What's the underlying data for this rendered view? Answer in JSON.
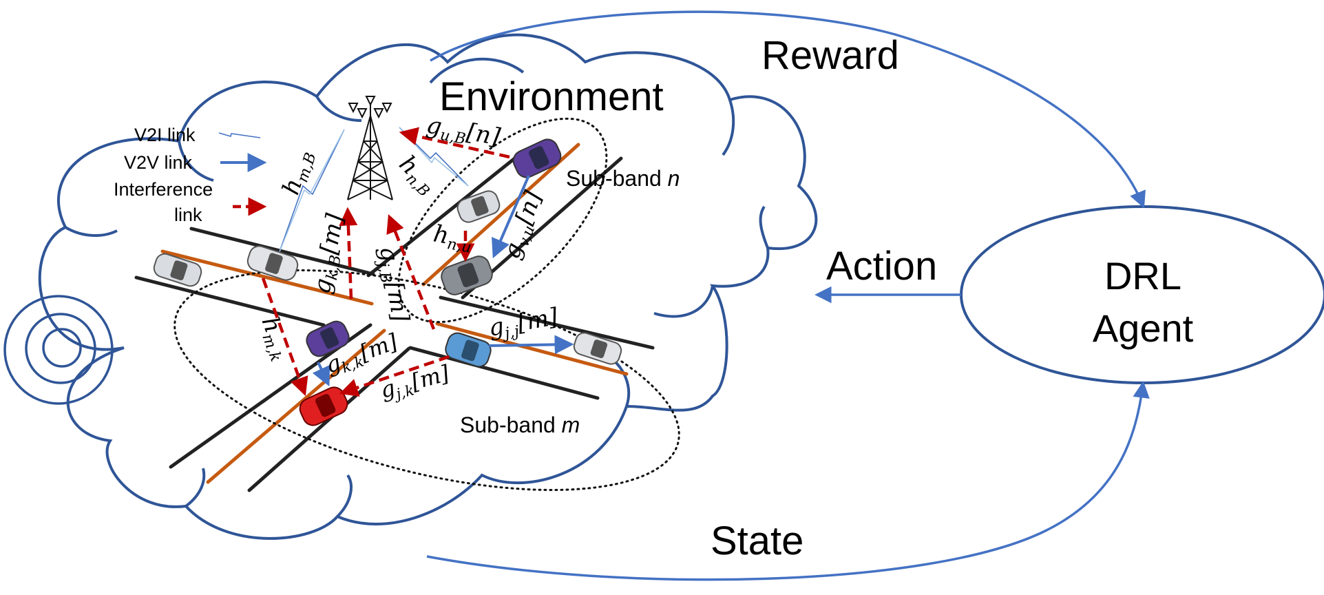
{
  "environment": {
    "title": "Environment"
  },
  "agent": {
    "line1": "DRL",
    "line2": "Agent"
  },
  "loop": {
    "reward": "Reward",
    "action": "Action",
    "state": "State"
  },
  "legend": {
    "v2i": "V2I link",
    "v2v": "V2V link",
    "interference_line1": "Interference",
    "interference_line2": "link"
  },
  "subbands": {
    "n_prefix": "Sub-band ",
    "n_var": "n",
    "m_prefix": "Sub-band ",
    "m_var": "m"
  },
  "math": {
    "h_mB": "h",
    "h_mB_sub": "m,B",
    "h_nB": "h",
    "h_nB_sub": "n,B",
    "g_uB": "g",
    "g_uB_sub": "u,B",
    "g_uB_arg": "[n]",
    "g_kB": "g",
    "g_kB_sub": "k,B",
    "g_kB_arg": "[m]",
    "g_jB": "g",
    "g_jB_sub": "j,B",
    "g_jB_arg": "[m]",
    "h_nu": "h",
    "h_nu_sub": "n,u",
    "g_vu": "g",
    "g_vu_sub": "v,u",
    "g_vu_arg": "[n]",
    "g_jj": "g",
    "g_jj_sub": "j,j",
    "g_jj_arg": "[m]",
    "h_mk": "h",
    "h_mk_sub": "m,k",
    "g_kk": "g",
    "g_kk_sub": "k,k",
    "g_kk_arg": "[m]",
    "g_jk": "g",
    "g_jk_sub": "j,k",
    "g_jk_arg": "[m]"
  },
  "colors": {
    "cloud": "#2f5597",
    "loop_arrow": "#4472c4",
    "v2v": "#4472c4",
    "interference": "#c00000",
    "road": "#222222",
    "lane": "#c55a11"
  }
}
